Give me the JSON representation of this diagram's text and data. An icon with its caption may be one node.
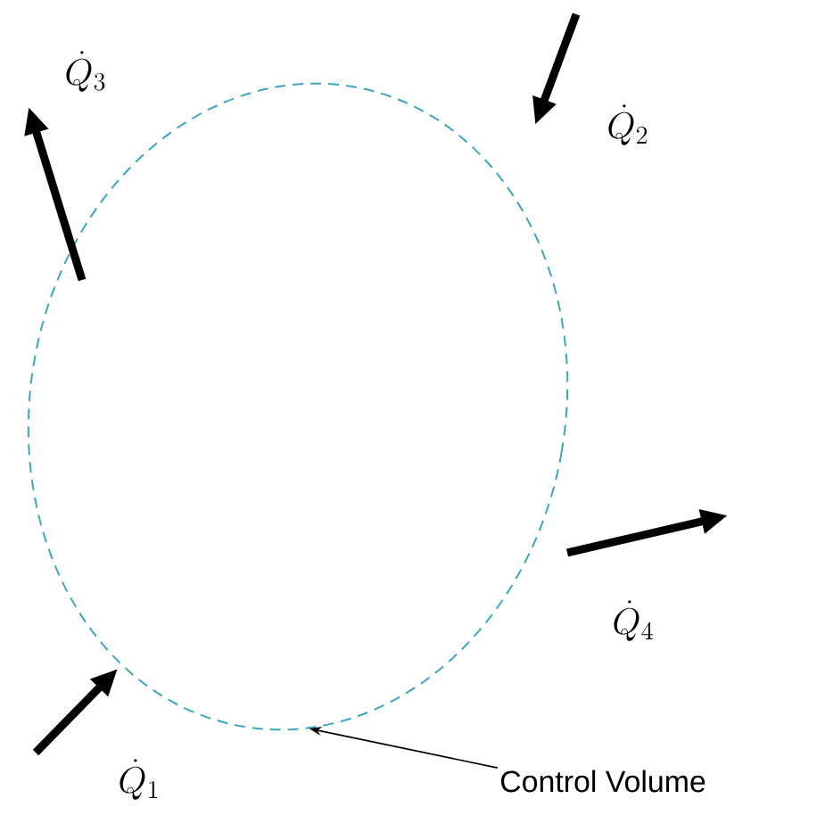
{
  "diagram": {
    "nodes": [
      {
        "text": [],
        "shape": "ellipse"
      },
      {
        "text": [
          "Control Volume"
        ]
      }
    ],
    "edges": [
      {
        "from": 1,
        "to": 0,
        "arrow": "to"
      }
    ],
    "labels": [
      "\\dot{Q}_{3}",
      "\\dot{Q}_{2}",
      "\\dot{Q}_{4}",
      "\\dot{Q}_{1}"
    ]
  }
}
